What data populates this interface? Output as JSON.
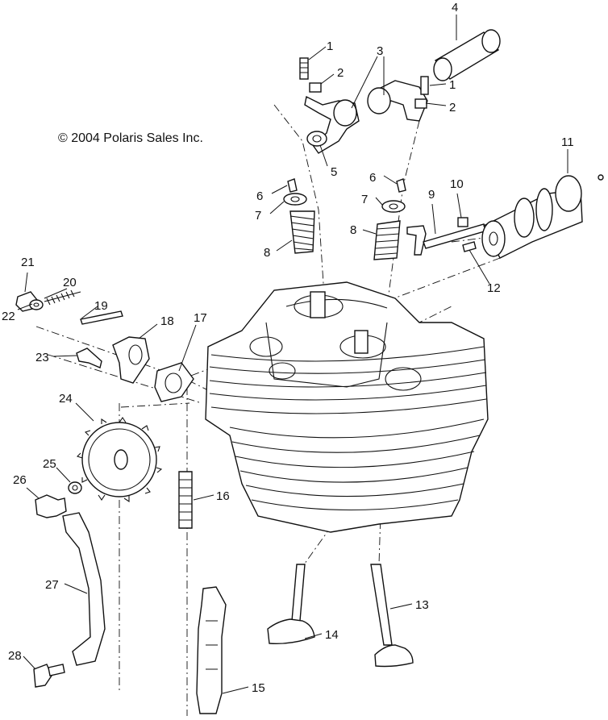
{
  "copyright": "© 2004 Polaris Sales Inc.",
  "callouts": [
    "1",
    "2",
    "3",
    "4",
    "1",
    "2",
    "5",
    "6",
    "7",
    "8",
    "6",
    "7",
    "8",
    "9",
    "10",
    "11",
    "12",
    "21",
    "20",
    "19",
    "22",
    "18",
    "23",
    "17",
    "24",
    "25",
    "26",
    "16",
    "27",
    "28",
    "15",
    "14",
    "13"
  ]
}
